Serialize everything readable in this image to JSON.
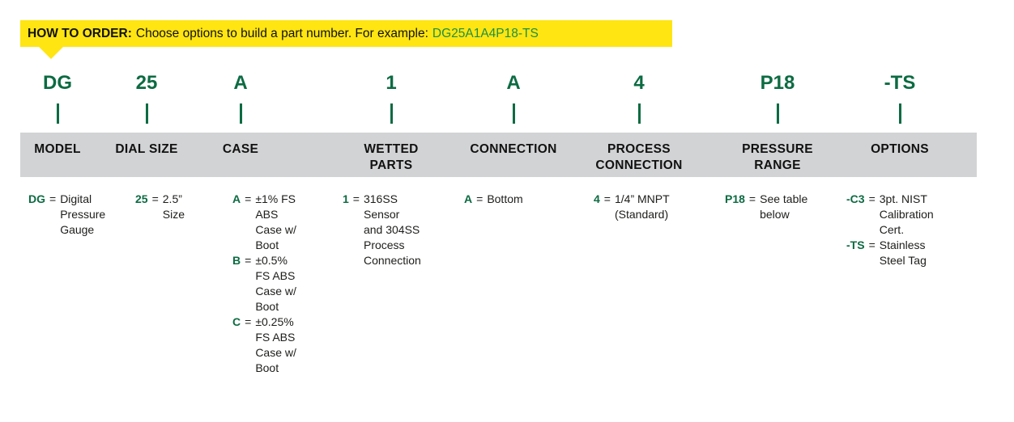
{
  "banner": {
    "title": "HOW TO ORDER:",
    "instruction": "Choose options to build a part number. For example:",
    "example_part_number": "DG25A1A4P18-TS"
  },
  "eq": "=",
  "colors": {
    "accent_green": "#0c6b42",
    "example_green": "#1d8f43",
    "banner_yellow": "#ffe512",
    "band_gray": "#d2d3d5"
  },
  "columns": [
    {
      "code": "DG",
      "header": "MODEL",
      "entries": [
        {
          "code": "DG",
          "desc": "Digital\nPressure\nGauge"
        }
      ]
    },
    {
      "code": "25",
      "header": "DIAL SIZE",
      "entries": [
        {
          "code": "25",
          "desc": "2.5”\nSize"
        }
      ]
    },
    {
      "code": "A",
      "header": "CASE",
      "entries": [
        {
          "code": "A",
          "desc": "±1% FS\nABS\nCase w/\nBoot"
        },
        {
          "code": "B",
          "desc": "±0.5%\nFS ABS\nCase w/\nBoot"
        },
        {
          "code": "C",
          "desc": "±0.25%\nFS ABS\nCase w/\nBoot"
        }
      ]
    },
    {
      "code": "1",
      "header": "WETTED\nPARTS",
      "entries": [
        {
          "code": "1",
          "desc": "316SS\nSensor\nand 304SS\nProcess\nConnection"
        }
      ]
    },
    {
      "code": "A",
      "header": "CONNECTION",
      "entries": [
        {
          "code": "A",
          "desc": "Bottom"
        }
      ]
    },
    {
      "code": "4",
      "header": "PROCESS\nCONNECTION",
      "entries": [
        {
          "code": "4",
          "desc": "1/4” MNPT\n(Standard)"
        }
      ]
    },
    {
      "code": "P18",
      "header": "PRESSURE\nRANGE",
      "entries": [
        {
          "code": "P18",
          "desc": "See table\nbelow"
        }
      ]
    },
    {
      "code": "-TS",
      "header": "OPTIONS",
      "entries": [
        {
          "code": "-C3",
          "desc": "3pt. NIST\nCalibration\nCert."
        },
        {
          "code": "-TS",
          "desc": "Stainless\nSteel Tag"
        }
      ]
    }
  ]
}
